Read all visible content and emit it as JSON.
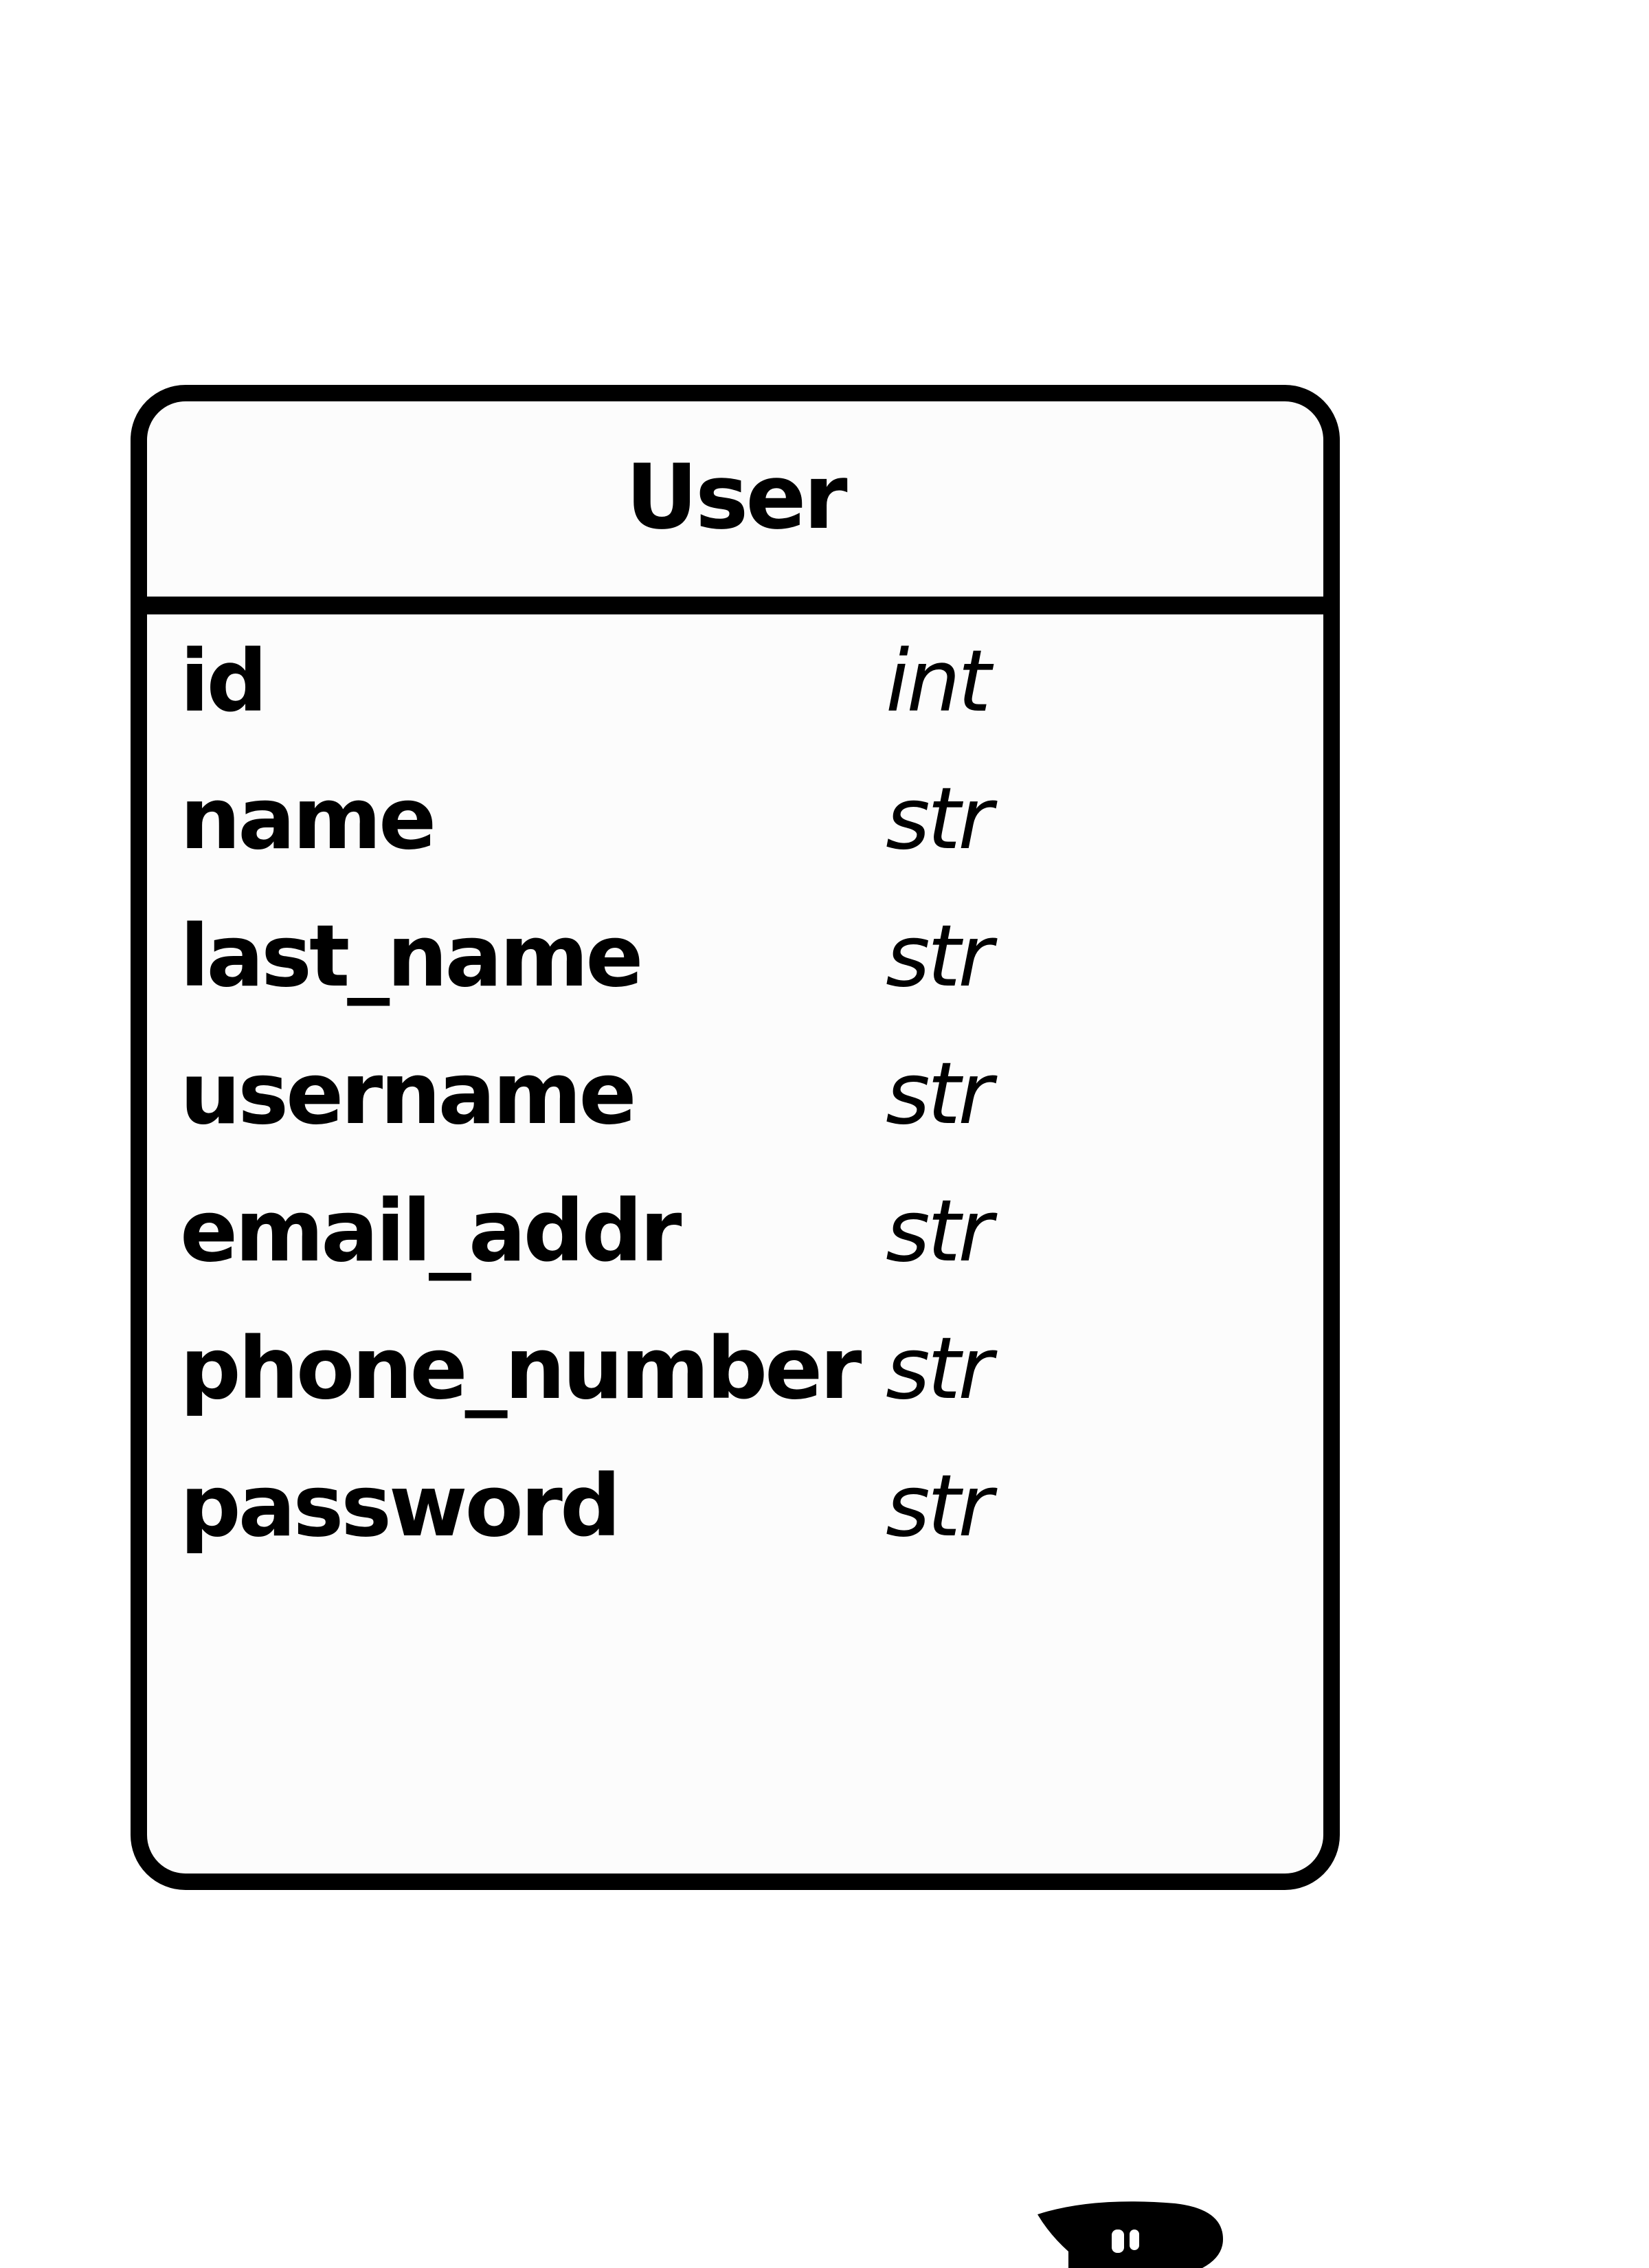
{
  "entity": {
    "title": "User",
    "fields": [
      {
        "name": "id",
        "type": "int"
      },
      {
        "name": "name",
        "type": "str"
      },
      {
        "name": "last_name",
        "type": "str"
      },
      {
        "name": "username",
        "type": "str"
      },
      {
        "name": "email_addr",
        "type": "str"
      },
      {
        "name": "phone_number",
        "type": "str"
      },
      {
        "name": "password",
        "type": "str"
      }
    ]
  },
  "logo": {
    "icon": "partial-logo-mark-icon"
  }
}
